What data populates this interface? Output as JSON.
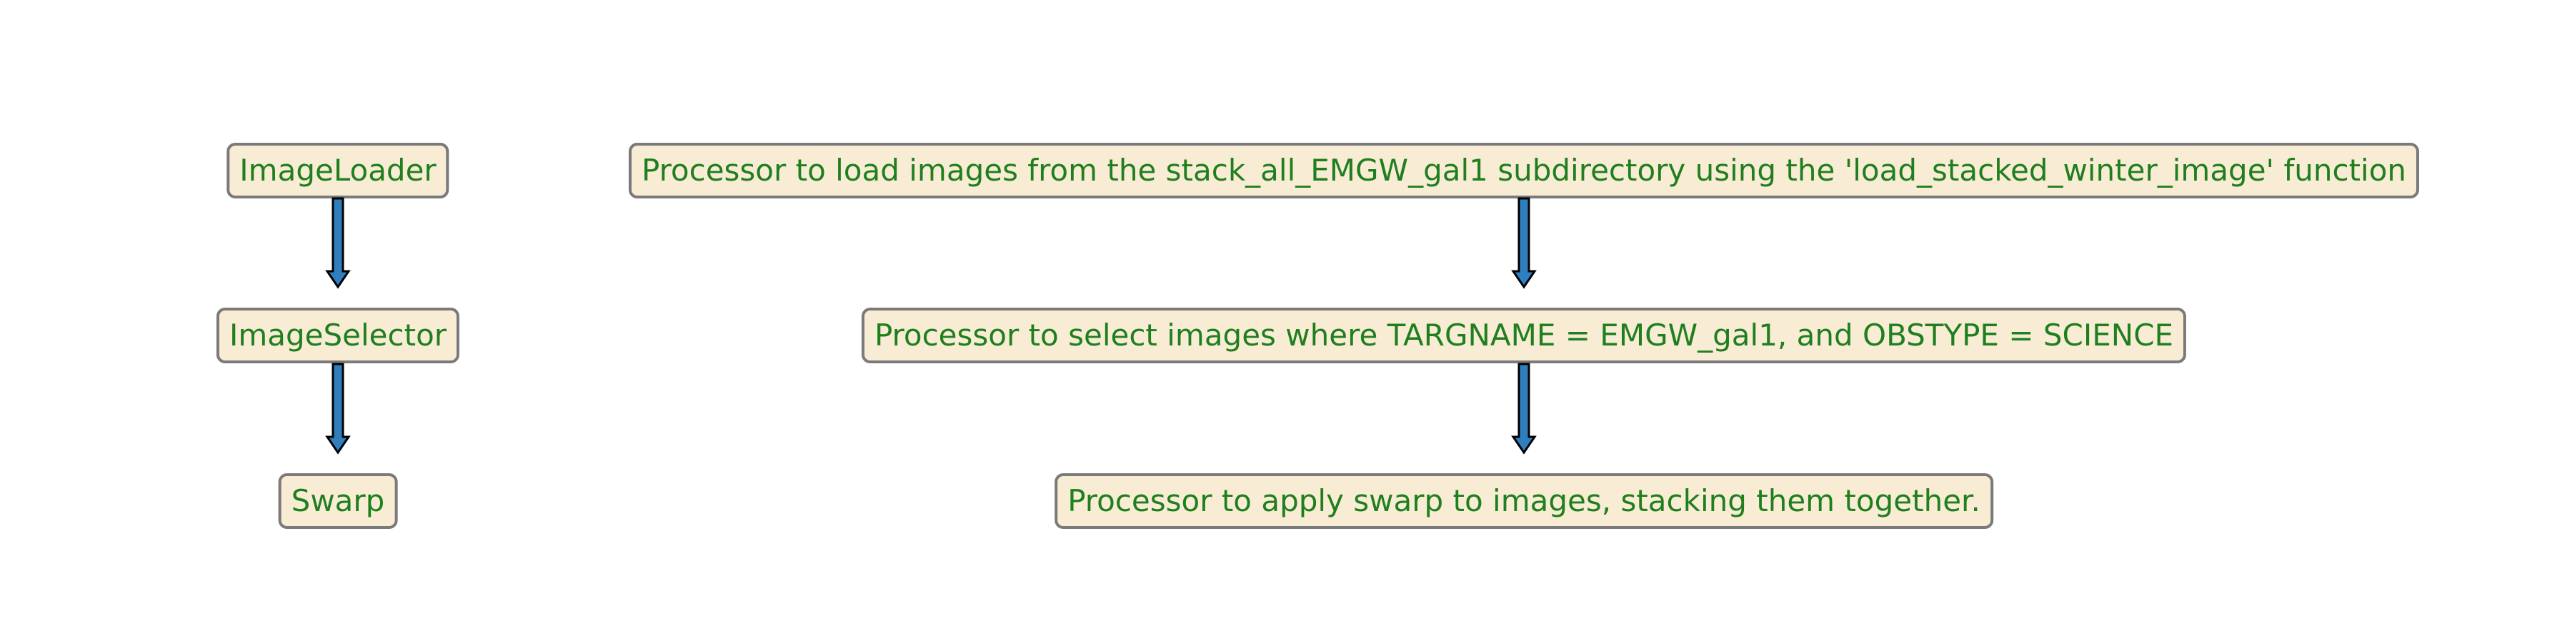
{
  "colors": {
    "box_fill": "#f9ecd4",
    "box_border": "#7a7a7a",
    "text": "#1f7f1f",
    "arrow_fill": "#2f7fbf",
    "arrow_stroke": "#000000"
  },
  "left_column": [
    {
      "label": "ImageLoader"
    },
    {
      "label": "ImageSelector"
    },
    {
      "label": "Swarp"
    }
  ],
  "right_column": [
    {
      "label": "Processor to load images from the stack_all_EMGW_gal1 subdirectory using the 'load_stacked_winter_image' function"
    },
    {
      "label": "Processor to select images where TARGNAME = EMGW_gal1, and OBSTYPE = SCIENCE"
    },
    {
      "label": "Processor to apply swarp to images, stacking them together."
    }
  ]
}
